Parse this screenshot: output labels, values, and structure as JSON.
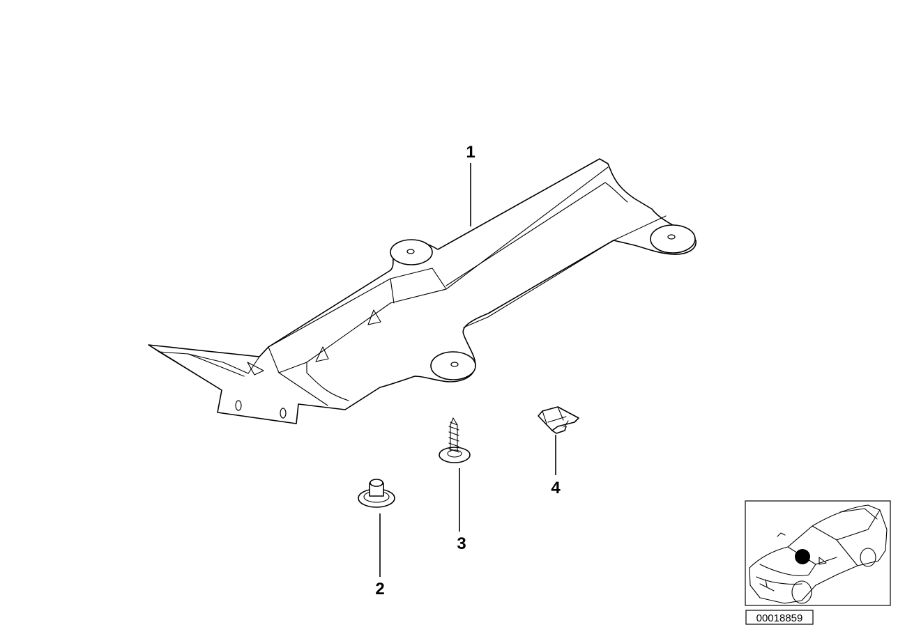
{
  "diagram": {
    "callouts": [
      {
        "id": "part-1",
        "label": "1"
      },
      {
        "id": "part-2",
        "label": "2"
      },
      {
        "id": "part-3",
        "label": "3"
      },
      {
        "id": "part-4",
        "label": "4"
      }
    ],
    "diagram_id": "00018859",
    "locator_marker_color": "#000000",
    "line_color": "#000000",
    "background": "#ffffff"
  }
}
